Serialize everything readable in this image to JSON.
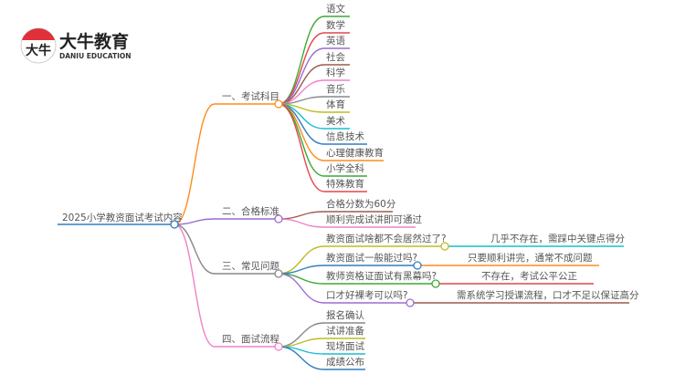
{
  "logo": {
    "mark_text": "大牛",
    "name": "大牛教育",
    "subtitle": "DANIU EDUCATION"
  },
  "root": {
    "label": "2025小学教资面试考试内容",
    "color": "#2f7fc1"
  },
  "branches": [
    {
      "label": "一、考试科目",
      "color": "#ff8c1a",
      "children": [
        {
          "label": "语文",
          "color": "#3aaa35"
        },
        {
          "label": "数学",
          "color": "#e0474c"
        },
        {
          "label": "英语",
          "color": "#9b6bd0"
        },
        {
          "label": "社会",
          "color": "#9b5b4f"
        },
        {
          "label": "科学",
          "color": "#ee82c8"
        },
        {
          "label": "音乐",
          "color": "#888888"
        },
        {
          "label": "体育",
          "color": "#bcbd22"
        },
        {
          "label": "美术",
          "color": "#17becf"
        },
        {
          "label": "信息技术",
          "color": "#2f7fc1"
        },
        {
          "label": "心理健康教育",
          "color": "#ff8c1a"
        },
        {
          "label": "小学全科",
          "color": "#3aaa35"
        },
        {
          "label": "特殊教育",
          "color": "#e0474c"
        }
      ]
    },
    {
      "label": "二、合格标准",
      "color": "#9b6bd0",
      "children": [
        {
          "label": "合格分数为60分",
          "color": "#9b5b4f"
        },
        {
          "label": "顺利完成试讲即可通过",
          "color": "#ee82c8"
        }
      ]
    },
    {
      "label": "三、常见问题",
      "color": "#888888",
      "children": [
        {
          "label": "教资面试啥都不会居然过了?",
          "color": "#bcbd22",
          "answer": {
            "label": "几乎不存在，需踩中关键点得分",
            "color": "#17becf"
          }
        },
        {
          "label": "教资面试一般能过吗?",
          "color": "#2f7fc1",
          "answer": {
            "label": "只要顺利讲完，通常不成问题",
            "color": "#ff8c1a"
          }
        },
        {
          "label": "教师资格证面试有黑幕吗?",
          "color": "#3aaa35",
          "answer": {
            "label": "不存在，考试公平公正",
            "color": "#e0474c"
          }
        },
        {
          "label": "口才好裸考可以吗?",
          "color": "#9b6bd0",
          "answer": {
            "label": "需系统学习授课流程，口才不足以保证高分",
            "color": "#9b5b4f"
          }
        }
      ]
    },
    {
      "label": "四、面试流程",
      "color": "#ee82c8",
      "children": [
        {
          "label": "报名确认",
          "color": "#888888"
        },
        {
          "label": "试讲准备",
          "color": "#bcbd22"
        },
        {
          "label": "现场面试",
          "color": "#17becf"
        },
        {
          "label": "成绩公布",
          "color": "#2f7fc1"
        }
      ]
    }
  ]
}
